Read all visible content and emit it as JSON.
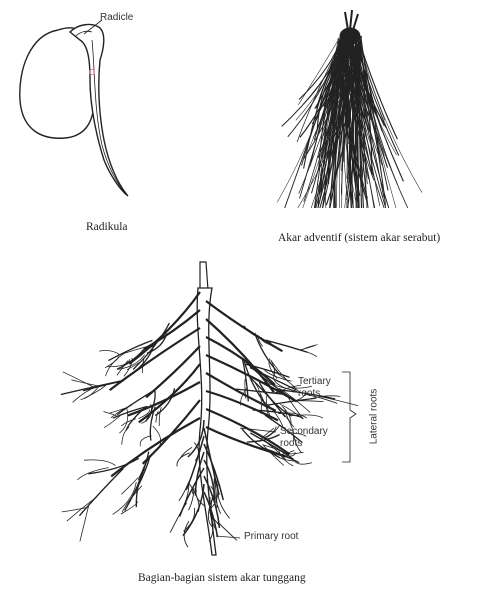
{
  "figure": {
    "seed": {
      "radicle_label": "Radicle",
      "caption": "Radikula"
    },
    "fibrous": {
      "caption": "Akar adventif (sistem akar serabut)"
    },
    "taproot": {
      "tertiary_label": "Tertiary\nroots",
      "secondary_label": "Secondary\nroots",
      "lateral_label": "Lateral roots",
      "primary_label": "Primary root",
      "caption": "Bagian-bagian sistem akar tunggang"
    }
  },
  "colors": {
    "ink": "#222222",
    "paper": "#ffffff"
  }
}
